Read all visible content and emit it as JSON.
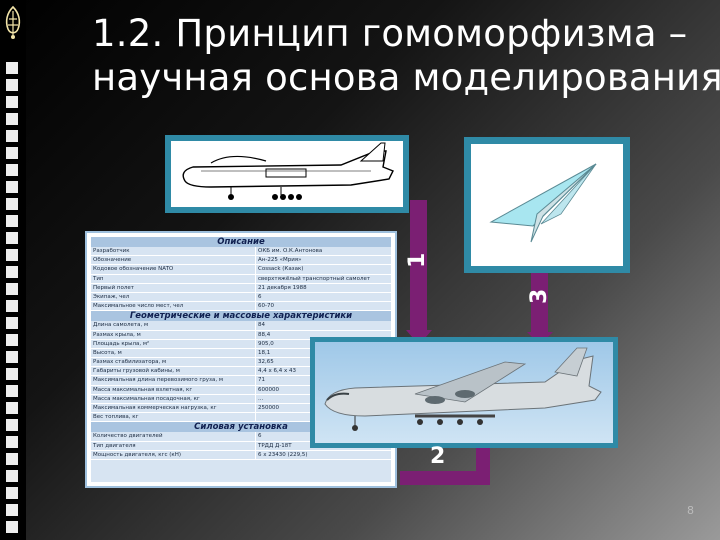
{
  "slide": {
    "title_line1": "1.2. Принцип гомоморфизма –",
    "title_line2": "научная основа моделирования",
    "page_number": "8"
  },
  "labels": {
    "arrow_1": "1",
    "arrow_2": "2",
    "arrow_3": "3"
  },
  "table": {
    "section_description": "Описание",
    "description_rows": [
      [
        "Разработчик",
        "ОКБ им. О.К.Антонова"
      ],
      [
        "Обозначение",
        "Ан-225 «Мрия»"
      ],
      [
        "Кодовое обозначение NATO",
        "Cossack (Казак)"
      ],
      [
        "Тип",
        "сверхтяжёлый транспортный самолет"
      ],
      [
        "Первый полет",
        "21 декабря 1988"
      ],
      [
        "Экипаж, чел",
        "6"
      ],
      [
        "Максимальное число мест, чел",
        "60-70"
      ]
    ],
    "section_geometry": "Геометрические и массовые характеристики",
    "geometry_rows": [
      [
        "Длина самолета, м",
        "84"
      ],
      [
        "Размах крыла, м",
        "88,4"
      ],
      [
        "Площадь крыла, м²",
        "905,0"
      ],
      [
        "Высота, м",
        "18,1"
      ],
      [
        "Размах стабилизатора, м",
        "32,65"
      ],
      [
        "Габариты грузовой кабины, м",
        "4,4 x 6,4 x 43"
      ],
      [
        "Максимальная длина перевозимого груза, м",
        "71"
      ],
      [
        "Масса максимальная взлетная, кг",
        "600000"
      ],
      [
        "Масса максимальная посадочная, кг",
        "..."
      ],
      [
        "Максимальная коммерческая нагрузка, кг",
        "250000"
      ],
      [
        "Вес топлива, кг",
        ""
      ]
    ],
    "section_powerplant": "Силовая установка",
    "powerplant_rows": [
      [
        "Количество двигателей",
        "6"
      ],
      [
        "Тип двигателя",
        "ТРДД Д-18Т"
      ],
      [
        "Мощность двигателя, кгс (кН)",
        "6 x 23430 (229,5)"
      ]
    ]
  },
  "colors": {
    "arrow": "#7b1f73",
    "frame": "#2f8aa6"
  }
}
